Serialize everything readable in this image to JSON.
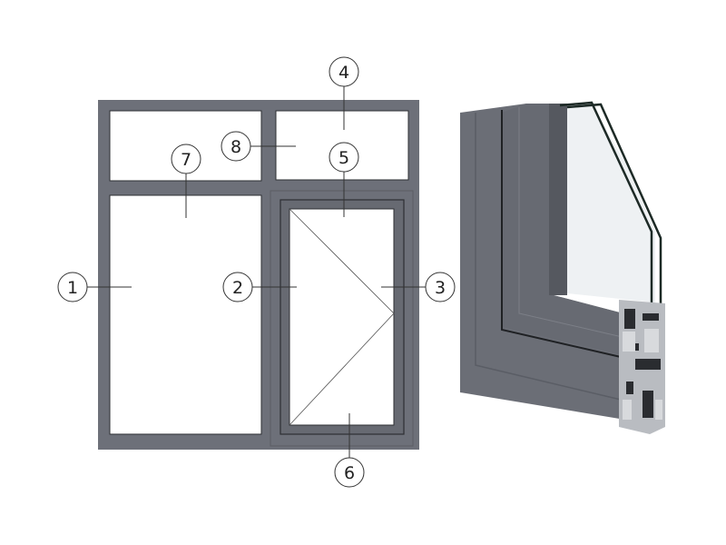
{
  "colors": {
    "frame": "#6d7079",
    "frame_dark": "#5e6169",
    "glass": "#ffffff",
    "leader": "#333333"
  },
  "callouts": [
    {
      "id": "1",
      "label": "1"
    },
    {
      "id": "2",
      "label": "2"
    },
    {
      "id": "3",
      "label": "3"
    },
    {
      "id": "4",
      "label": "4"
    },
    {
      "id": "5",
      "label": "5"
    },
    {
      "id": "6",
      "label": "6"
    },
    {
      "id": "7",
      "label": "7"
    },
    {
      "id": "8",
      "label": "8"
    }
  ]
}
